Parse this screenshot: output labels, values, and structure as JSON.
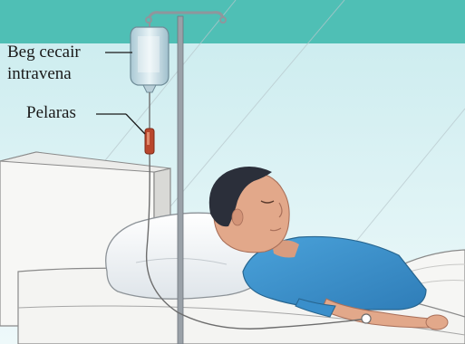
{
  "labels": {
    "iv_bag_line1": "Beg cecair",
    "iv_bag_line2": "intravena",
    "drip_chamber": "Pelaras"
  },
  "colors": {
    "top_band": "#4fbfb5",
    "background": "#dff2f4",
    "shirt": "#3a8fcb",
    "skin": "#e2a88a",
    "hair": "#2b2f3a",
    "pole": "#9aa1a8",
    "drip_chamber": "#b9462c"
  }
}
